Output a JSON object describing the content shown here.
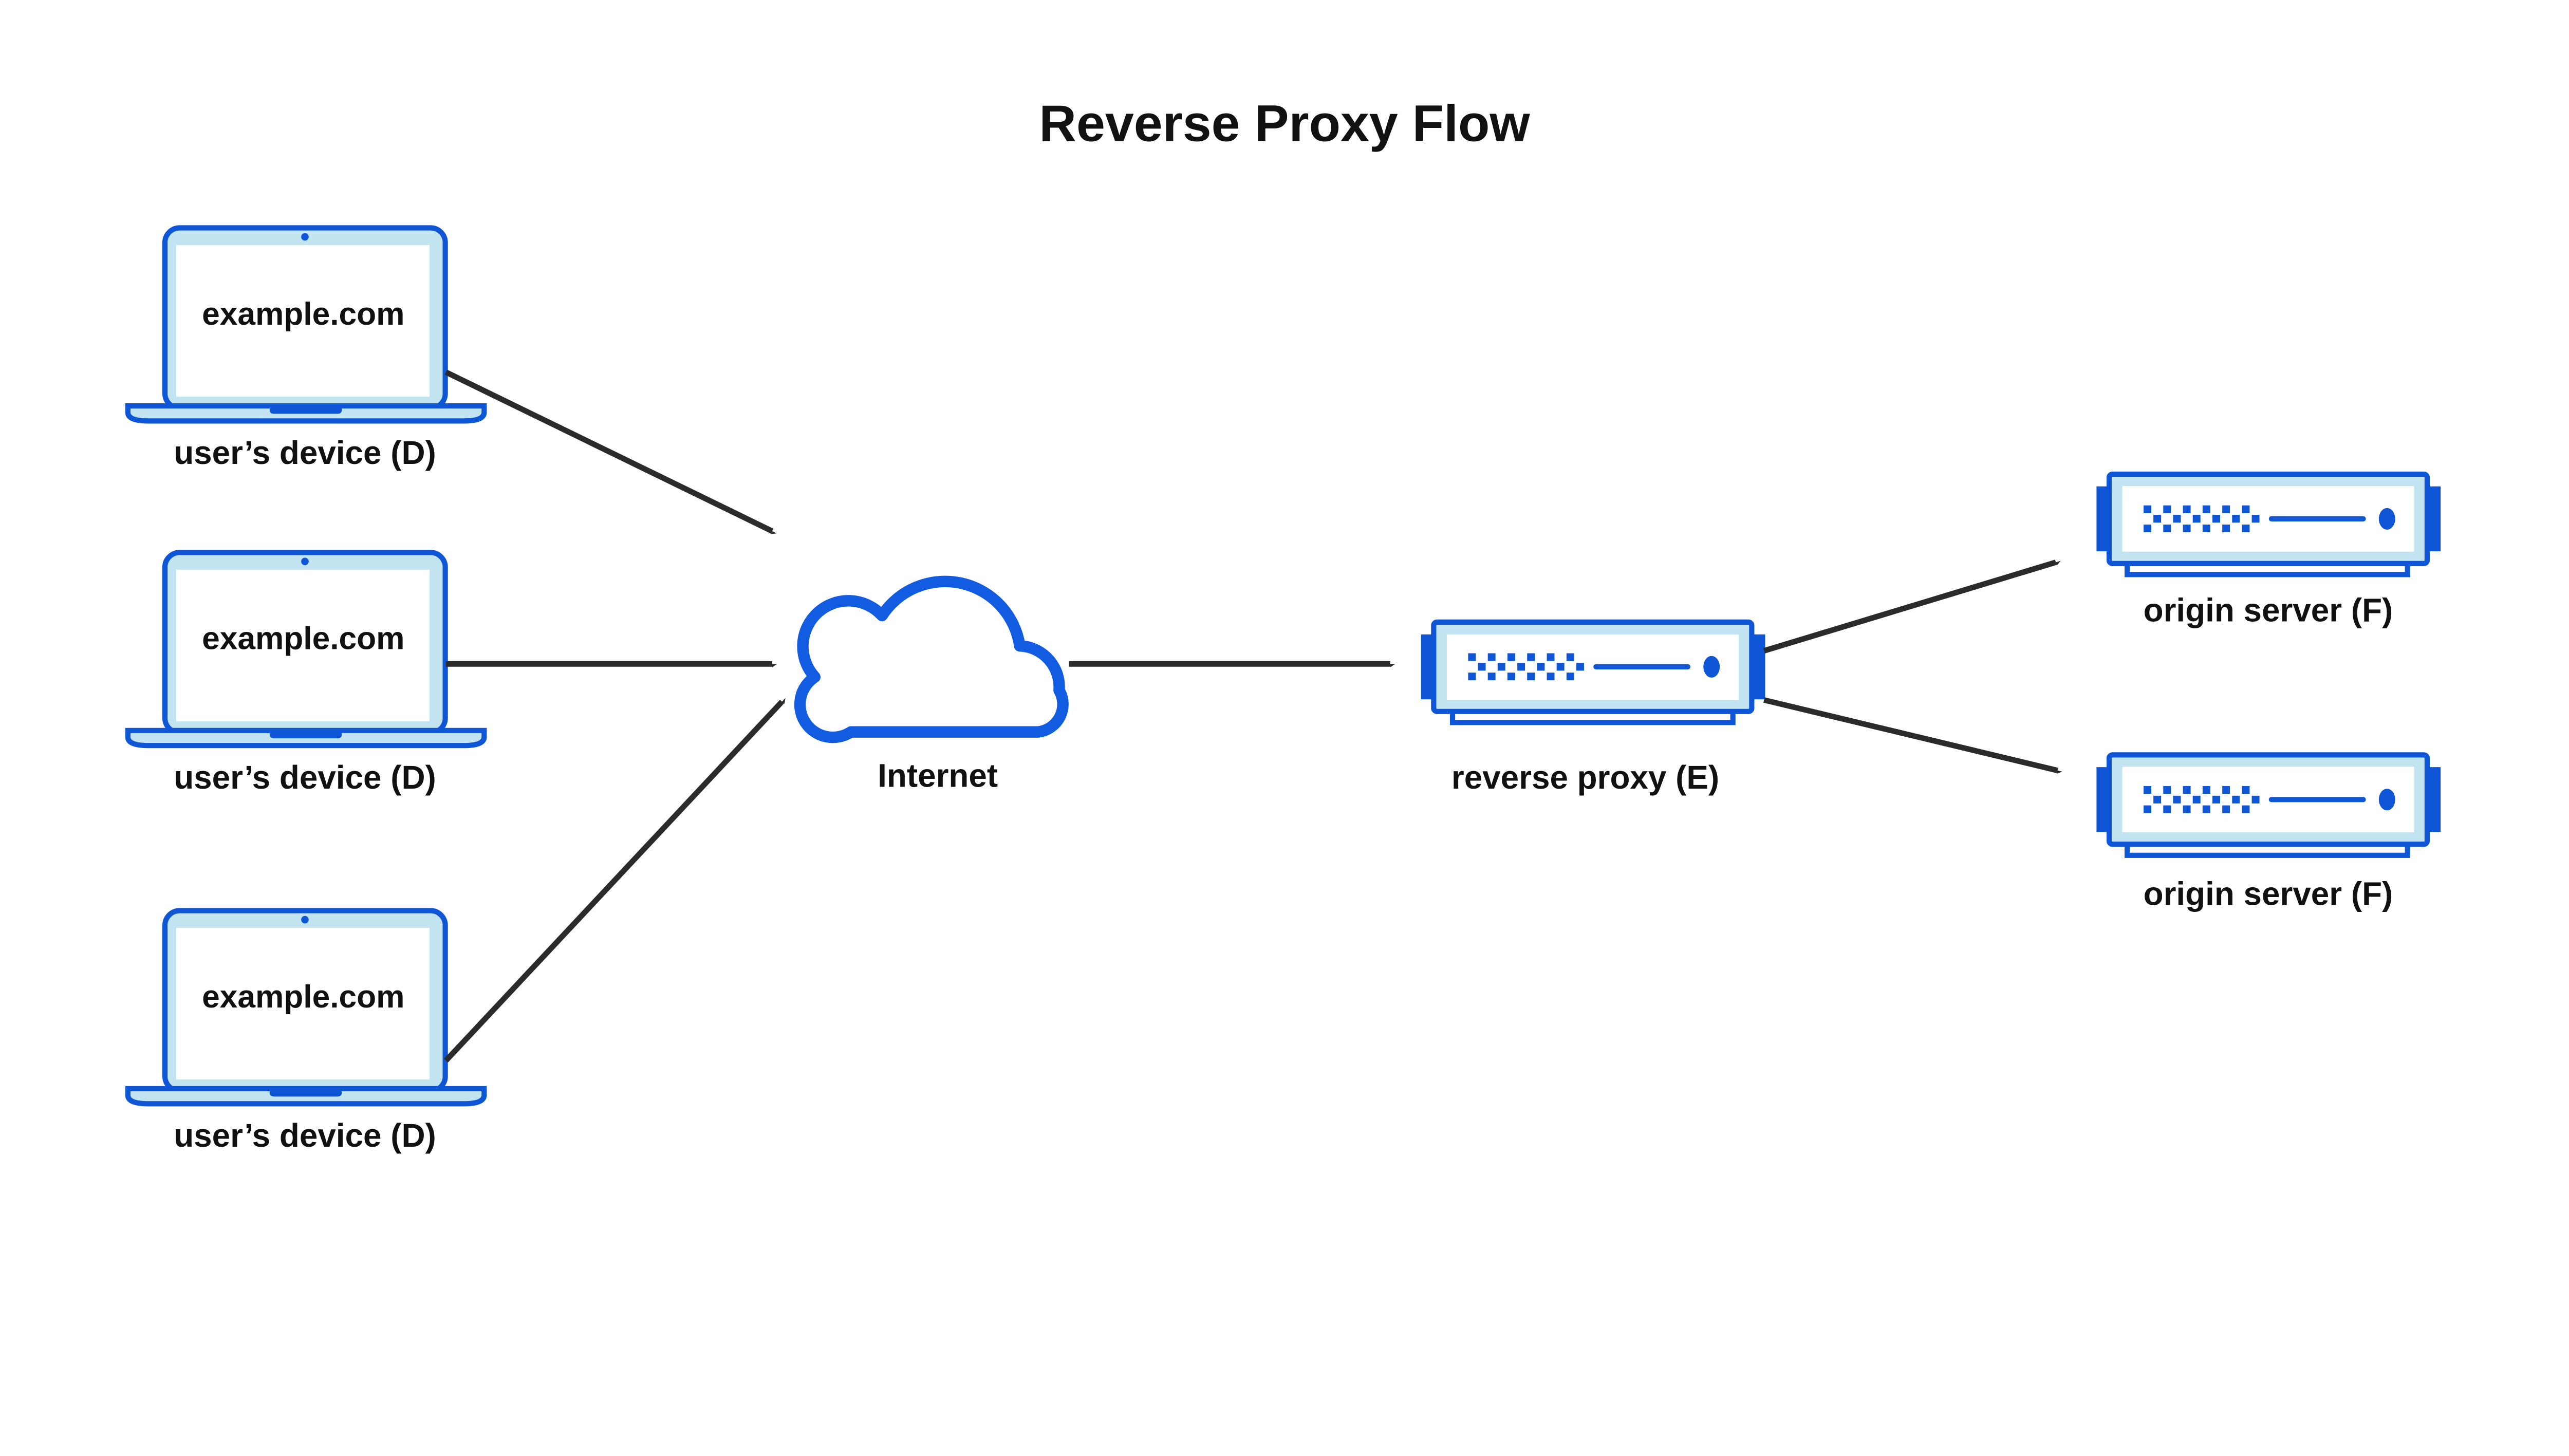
{
  "title": "Reverse Proxy Flow",
  "colors": {
    "blue": "#0f56d6",
    "cloud_blue": "#115ce0",
    "light_blue": "#c2e3f0",
    "arrow": "#2b2b2b",
    "text": "#111111",
    "background": "#ffffff"
  },
  "devices": [
    {
      "screen_text": "example.com",
      "label": "user’s device (D)"
    },
    {
      "screen_text": "example.com",
      "label": "user’s device (D)"
    },
    {
      "screen_text": "example.com",
      "label": "user’s device (D)"
    }
  ],
  "internet": {
    "label": "Internet"
  },
  "reverse_proxy": {
    "label": "reverse proxy (E)"
  },
  "origin_servers": [
    {
      "label": "origin server (F)"
    },
    {
      "label": "origin server (F)"
    }
  ]
}
